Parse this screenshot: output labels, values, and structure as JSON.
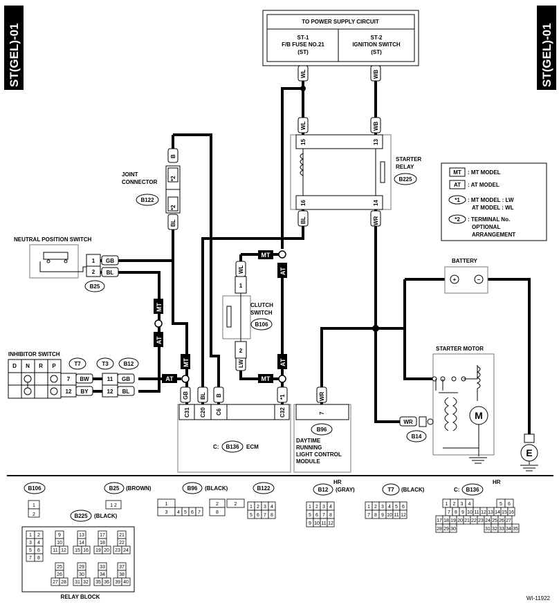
{
  "side_tag": "ST(GEL)-01",
  "power_supply": {
    "title": "TO POWER SUPPLY CIRCUIT",
    "left": [
      "ST-1",
      "F/B FUSE NO.21",
      "(ST)"
    ],
    "right": [
      "ST-2",
      "IGNITION SWITCH",
      "(ST)"
    ]
  },
  "wire_colors": {
    "wl": "WL",
    "wb": "WB",
    "b": "B",
    "bl": "BL",
    "gb": "GB",
    "bw": "BW",
    "by": "BY",
    "lw": "LW",
    "wr": "WR",
    "mt": "MT",
    "at": "AT"
  },
  "joint_connector": {
    "label": [
      "JOINT",
      "CONNECTOR"
    ],
    "id": "B122",
    "star": "*2"
  },
  "starter_relay": {
    "label": [
      "STARTER",
      "RELAY"
    ],
    "id": "B225",
    "pins": [
      "15",
      "13",
      "16",
      "14"
    ]
  },
  "legend": {
    "mt": {
      "tag": "MT",
      "text": ": MT MODEL"
    },
    "at": {
      "tag": "AT",
      "text": ": AT MODEL"
    },
    "star1": {
      "tag": "*1",
      "lines": [
        ": MT MODEL : LW",
        "AT MODEL : WL"
      ]
    },
    "star2": {
      "tag": "*2",
      "lines": [
        ": TERMINAL No.",
        "OPTIONAL",
        "ARRANGEMENT"
      ]
    }
  },
  "neutral_switch": {
    "label": "NEUTRAL POSITION SWITCH",
    "id": "B25",
    "pins": [
      "1",
      "2"
    ]
  },
  "battery": {
    "label": "BATTERY",
    "plus": "+",
    "minus": "−"
  },
  "clutch_switch": {
    "label": [
      "CLUTCH",
      "SWITCH"
    ],
    "id": "B106",
    "pins": [
      "1",
      "2"
    ]
  },
  "inhibitor_switch": {
    "label": "INHIBITOR SWITCH",
    "positions": [
      "D",
      "N",
      "R",
      "P"
    ],
    "t7": "T7",
    "t3": "T3",
    "b12": "B12",
    "pins_left": [
      "7",
      "12"
    ],
    "pins_right": [
      "11",
      "12"
    ]
  },
  "starter_motor": {
    "label": "STARTER MOTOR",
    "m": "M",
    "b14": "B14",
    "e": "E"
  },
  "ecm": {
    "prefix": "C:",
    "id": "B136",
    "label": "ECM",
    "pins": [
      "C31",
      "C20",
      "C6",
      "C32"
    ],
    "star": "*1"
  },
  "drl": {
    "id": "B96",
    "pin": "7",
    "label": [
      "DAYTIME",
      "RUNNING",
      "LIGHT CONTROL",
      "MODULE"
    ]
  },
  "connectors": {
    "b106": "B106",
    "b25": "B25",
    "b25_color": "(BROWN)",
    "b96": "B96",
    "b96_color": "(BLACK)",
    "b122": "B122",
    "b12": "B12",
    "b12_color": "(GRAY)",
    "hr": "HR",
    "t7": "T7",
    "t7_color": "(BLACK)",
    "c": "C:",
    "b136": "B136",
    "b225": "B225",
    "b225_color": "(BLACK)",
    "relay_block": "RELAY BLOCK"
  },
  "figure_id": "WI-11922"
}
